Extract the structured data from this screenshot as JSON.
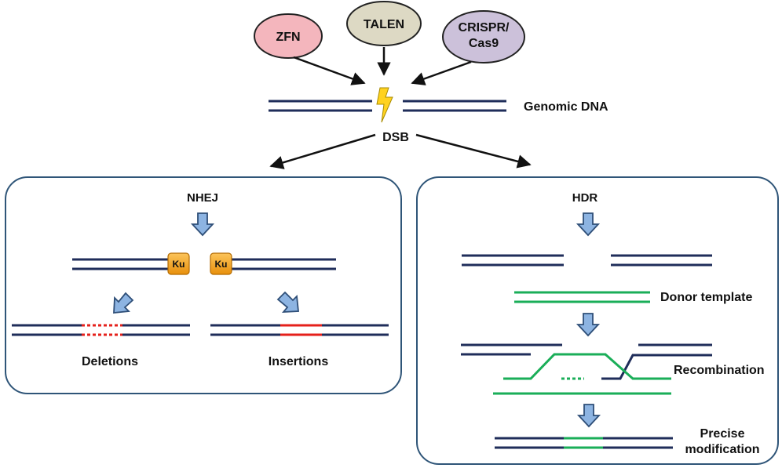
{
  "nucleases": [
    {
      "label": "ZFN",
      "fill": "#f4b6bd"
    },
    {
      "label": "TALEN",
      "fill": "#ddd9c4"
    },
    {
      "label": "CRISPR/\nCas9",
      "fill": "#ccc1da"
    }
  ],
  "genomic_dna_label": "Genomic DNA",
  "dsb_label": "DSB",
  "nhej": {
    "title": "NHEJ",
    "protein_label": "Ku",
    "deletions_label": "Deletions",
    "insertions_label": "Insertions"
  },
  "hdr": {
    "title": "HDR",
    "donor_label": "Donor template",
    "recombination_label": "Recombination",
    "precise_label": "Precise\nmodification"
  },
  "colors": {
    "dna": "#1f2d5a",
    "donor": "#1aae58",
    "edit": "#e5201b",
    "arrow_fill": "#8db4e2",
    "arrow_stroke": "#2f4f78",
    "box_stroke": "#2f5578",
    "ku_fill": "#f7a61c",
    "bolt": "#ffd21f"
  }
}
